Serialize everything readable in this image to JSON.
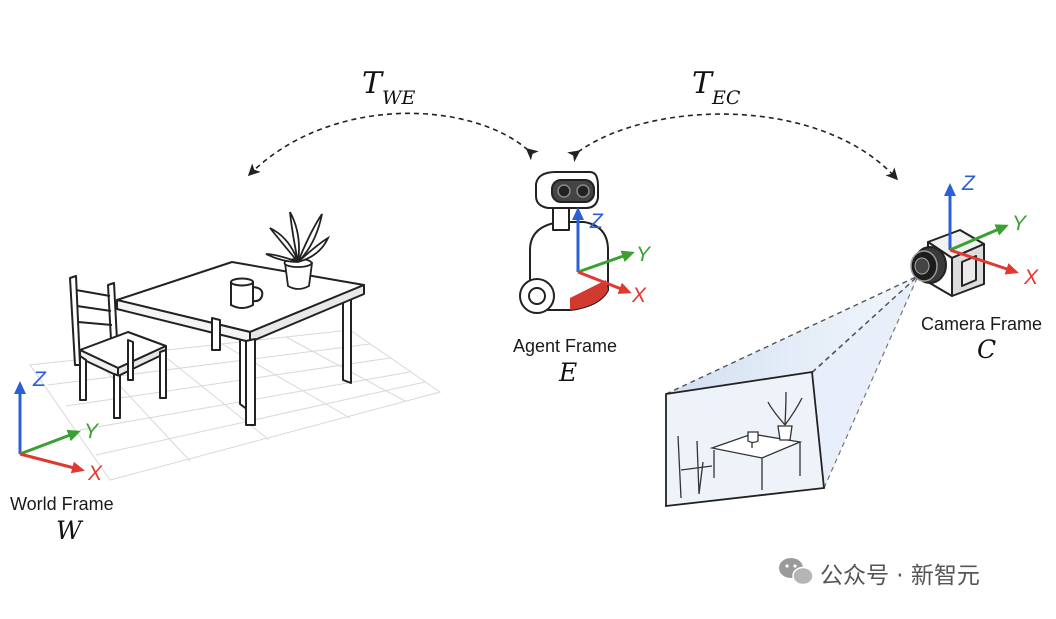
{
  "transforms": {
    "world_to_agent": {
      "base": "T",
      "sub": "WE"
    },
    "agent_to_camera": {
      "base": "T",
      "sub": "EC"
    }
  },
  "frames": {
    "world": {
      "label": "World Frame",
      "symbol": "W"
    },
    "agent": {
      "label": "Agent Frame",
      "symbol": "E"
    },
    "camera": {
      "label": "Camera Frame",
      "symbol": "C"
    }
  },
  "axes": {
    "x": "X",
    "y": "Y",
    "z": "Z"
  },
  "colors": {
    "x_axis": "#e03a2f",
    "y_axis": "#3aa033",
    "z_axis": "#2b5fd6",
    "frustum": "#d6e4f5"
  },
  "watermark": {
    "icon": "wechat-icon",
    "text": "公众号 · 新智元"
  }
}
